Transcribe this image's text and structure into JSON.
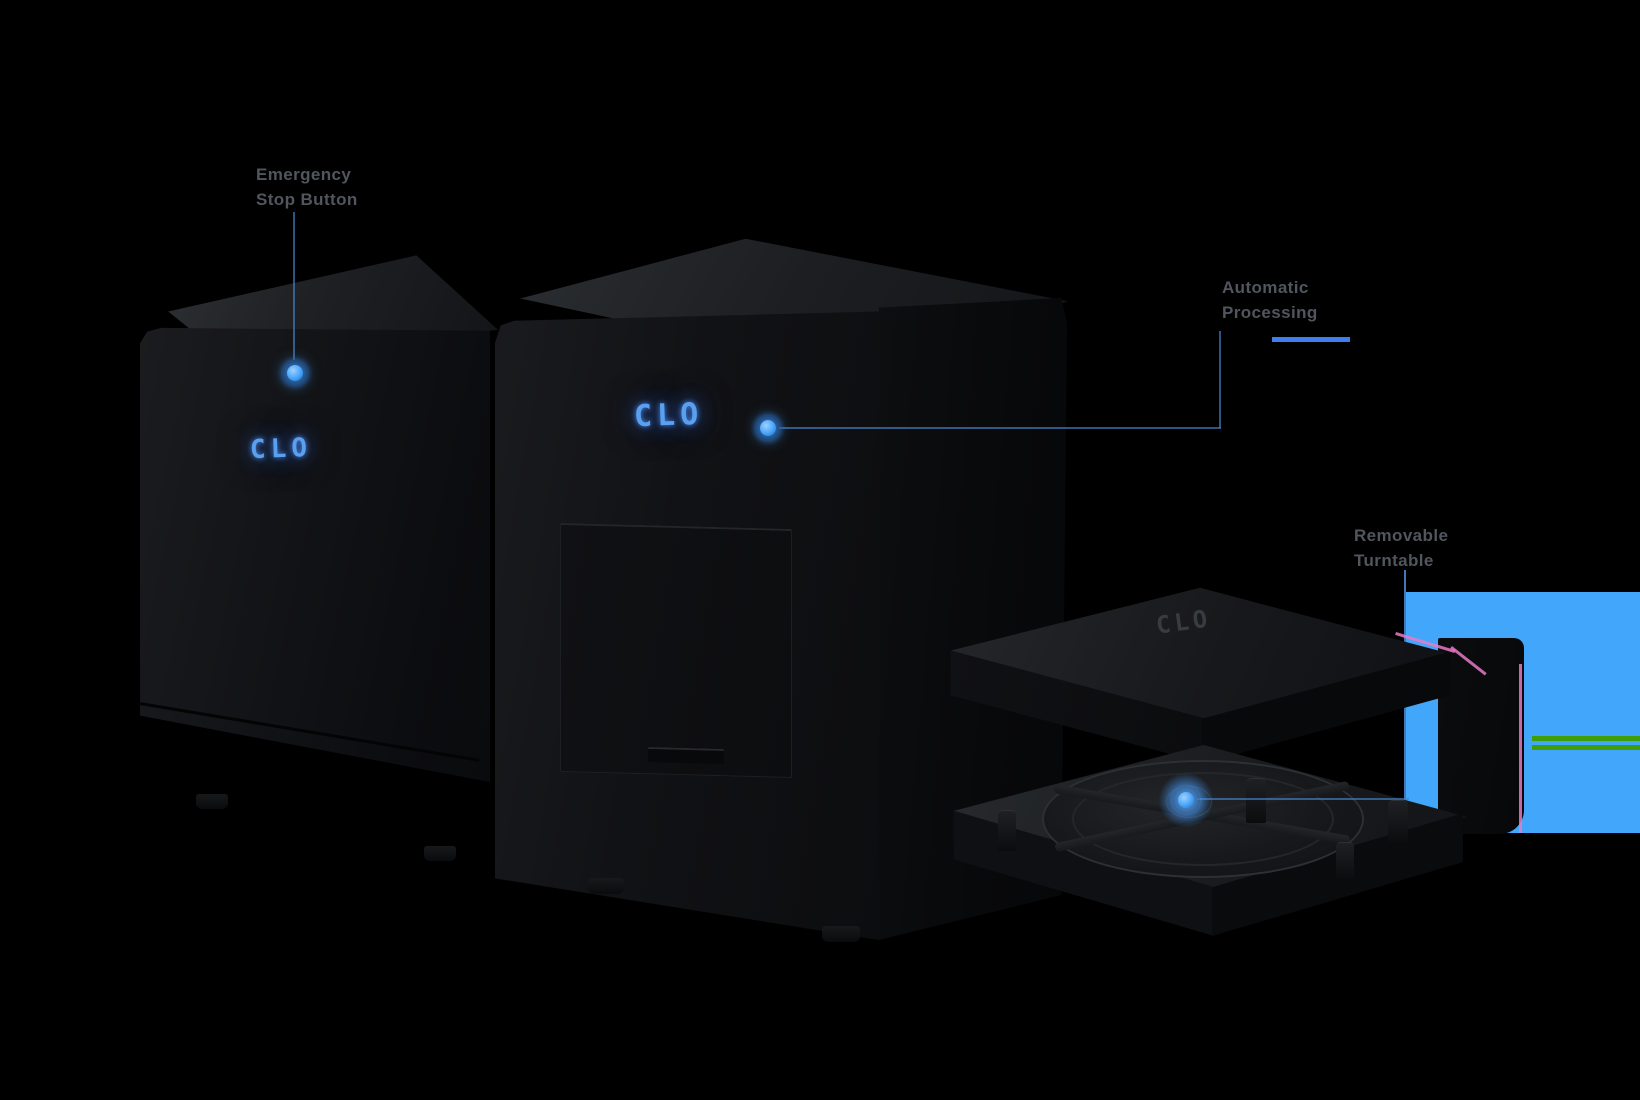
{
  "page": {
    "background": "#000000"
  },
  "products": {
    "machine_left": {
      "logo": "CLO"
    },
    "machine_front": {
      "logo": "CLO"
    },
    "tray_unit": {
      "logo": "CLO"
    }
  },
  "callouts": {
    "c1": {
      "line1": "Emergency",
      "line2": "Stop Button"
    },
    "c2": {
      "line1": "Automatic",
      "line2": "Processing"
    },
    "c3": {
      "line1": "Removable",
      "line2": "Turntable"
    }
  },
  "colors": {
    "accent_blue": "#42a7fa",
    "led_glow": "#4aa3f7",
    "label_text": "#51555d",
    "stripe_green": "#3f9e07",
    "fringe_pink": "#e87ac8",
    "device_body": "#121417"
  }
}
